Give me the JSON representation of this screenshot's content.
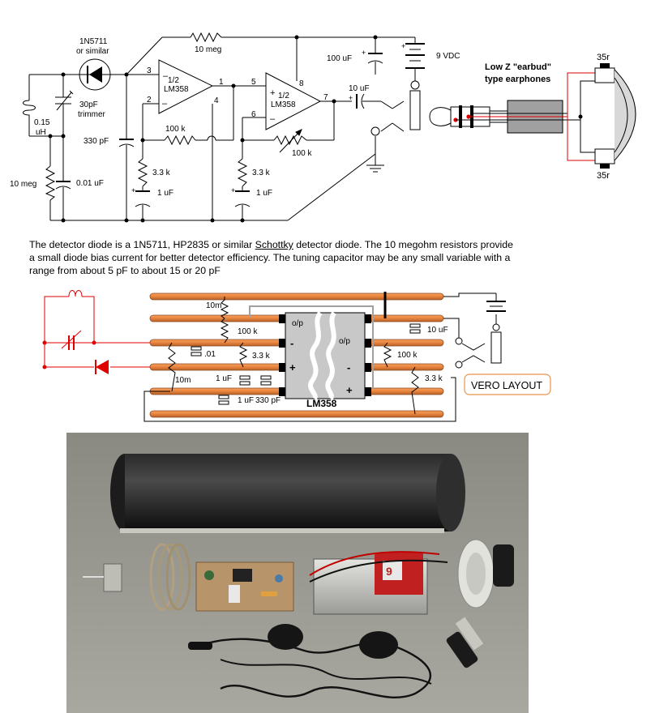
{
  "schematic": {
    "diode_label_1": "1N5711",
    "diode_label_2": "or similar",
    "inductor_label_1": "0.15",
    "inductor_label_2": "uH",
    "trimmer_label_1": "30pF",
    "trimmer_label_2": "trimmer",
    "cap_330": "330 pF",
    "res_10meg_top": "10 meg",
    "res_10meg_left": "10 meg",
    "cap_001": "0.01 uF",
    "opamp1_line1": "1/2",
    "opamp1_line2": "LM358",
    "opamp2_line1": "1/2",
    "opamp2_line2": "LM358",
    "res_100k_1": "100 k",
    "res_100k_2": "100 k",
    "res_33k_1": "3.3 k",
    "res_33k_2": "3.3 k",
    "cap_1uf_1": "1 uF",
    "cap_1uf_2": "1 uF",
    "cap_100uf": "100 uF",
    "cap_10uf": "10 uF",
    "battery": "9 VDC",
    "pins": {
      "p3": "3",
      "p2": "2",
      "p1": "1",
      "p4": "4",
      "p5": "5",
      "p6": "6",
      "p7": "7",
      "p8": "8"
    },
    "earbud_title_1": "Low Z  \"earbud\"",
    "earbud_title_2": "type earphones",
    "ohm_top": "35r",
    "ohm_bottom": "35r"
  },
  "description": {
    "pre": "The detector diode is a 1N5711, HP2835 or similar ",
    "link": "Schottky",
    "post": " detector diode. The 10 megohm resistors provide a small diode bias current for better detector efficiency. The tuning capacitor may be any small variable with a range from about 5 pF to about 15 or 20 pF"
  },
  "vero": {
    "r_10m_top": "10m",
    "r_10m_bottom": "10m",
    "r_100k_left": "100 k",
    "r_100k_right": "100 k",
    "r_33k_left": "3.3 k",
    "r_33k_right": "3.3 k",
    "c_01": ".01",
    "c_1uf_a": "1 uF",
    "c_1uf_b": "1 uF",
    "c_330pf": "330 pF",
    "c_10uf": "10 uF",
    "op_left": "o/p",
    "op_right": "o/p",
    "minus_left": "-",
    "minus_right": "-",
    "plus_left": "+",
    "plus_right": "+",
    "chip": "LM358",
    "badge": "VERO LAYOUT"
  },
  "colors": {
    "strip": "#e8833c",
    "strip_edge": "#8a4a20",
    "red": "#e00000",
    "chip": "#c8c8c8",
    "badge_border": "#e8944a"
  }
}
